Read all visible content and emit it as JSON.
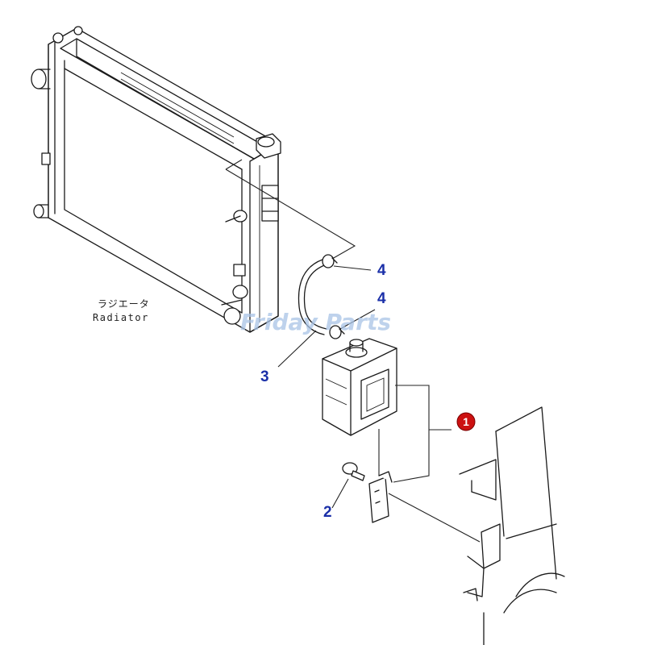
{
  "radiator_label": {
    "japanese": "ラジエータ",
    "english": "Radiator"
  },
  "callouts": [
    {
      "id": "1",
      "highlighted": true
    },
    {
      "id": "2",
      "highlighted": false
    },
    {
      "id": "3",
      "highlighted": false
    },
    {
      "id": "4",
      "highlighted": false
    },
    {
      "id": "4",
      "highlighted": false
    }
  ],
  "watermark": "Friday Parts",
  "colors": {
    "callout_text": "#1a2fa8",
    "highlight_badge": "#cc1111",
    "line_art": "#1a1a1a",
    "watermark": "#a9c4e6"
  }
}
